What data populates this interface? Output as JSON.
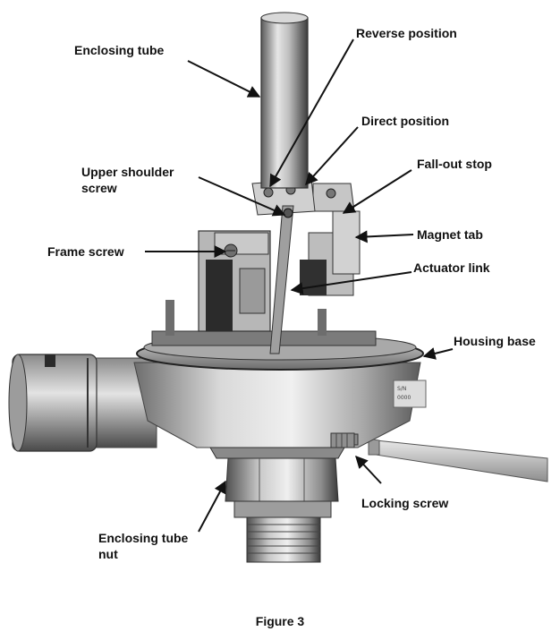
{
  "figure": {
    "caption": "Figure 3",
    "labels": {
      "enclosing_tube": "Enclosing tube",
      "reverse_position": "Reverse position",
      "direct_position": "Direct position",
      "upper_shoulder_screw_line1": "Upper shoulder",
      "upper_shoulder_screw_line2": "screw",
      "fall_out_stop": "Fall-out stop",
      "magnet_tab": "Magnet tab",
      "frame_screw": "Frame screw",
      "actuator_link": "Actuator link",
      "housing_base": "Housing base",
      "locking_screw": "Locking screw",
      "enclosing_tube_nut_line1": "Enclosing tube",
      "enclosing_tube_nut_line2": "nut"
    }
  }
}
